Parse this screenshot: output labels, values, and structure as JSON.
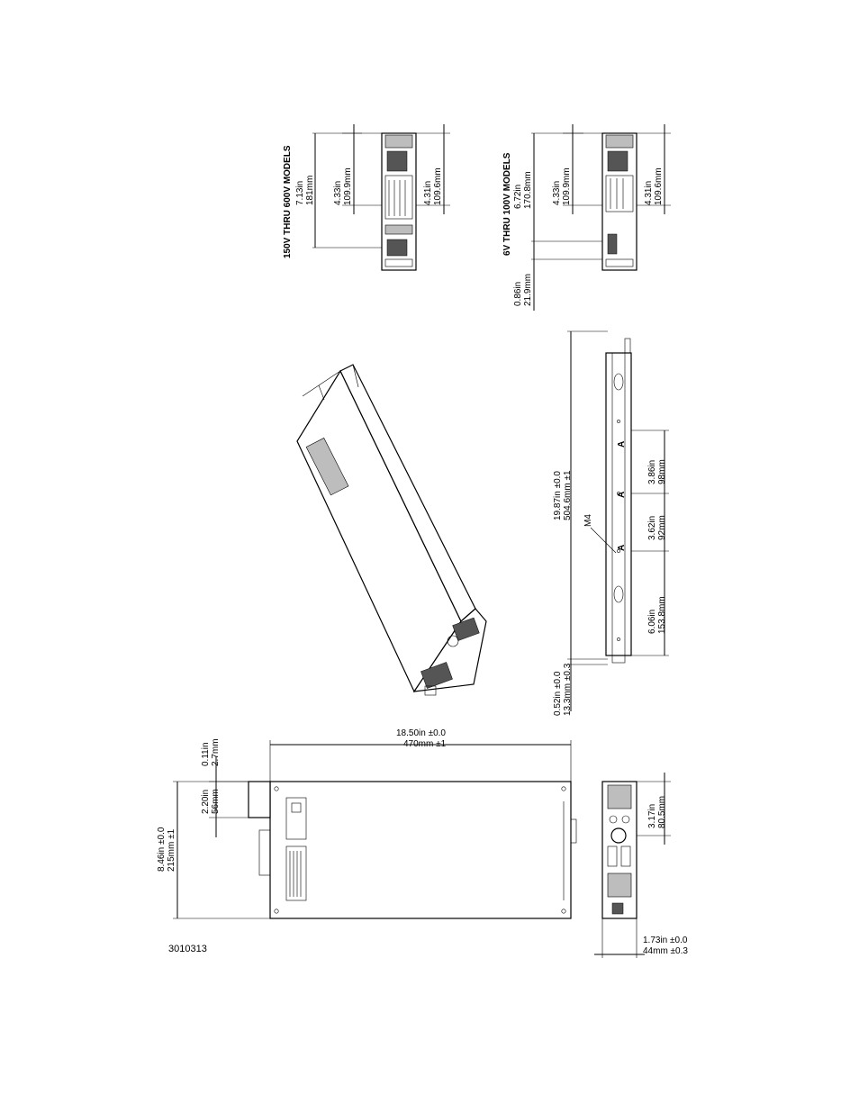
{
  "drawing_number": "3010313",
  "top_views": {
    "upper": {
      "title": "150V THRU 600V MODELS",
      "dims": [
        {
          "in": "7.13in",
          "mm": "181mm"
        },
        {
          "in": "4.33in",
          "mm": "109.9mm"
        },
        {
          "in": "4.31in",
          "mm": "109.6mm"
        }
      ]
    },
    "lower": {
      "title": "6V THRU 100V MODELS",
      "dims": [
        {
          "in": "0.86in",
          "mm": "21.9mm"
        },
        {
          "in": "6.72in",
          "mm": "170.8mm"
        },
        {
          "in": "4.33in",
          "mm": "109.9mm"
        },
        {
          "in": "4.31in",
          "mm": "109.6mm"
        }
      ]
    }
  },
  "side_view": {
    "overall": {
      "in": "19.87in ±0.0",
      "mm": "504.6mm ±1"
    },
    "offset": {
      "in": "0.52in ±0.0",
      "mm": "13.3mm ±0.3"
    },
    "screw": "M4",
    "spacings": [
      {
        "in": "6.06in",
        "mm": "153.8mm"
      },
      {
        "in": "3.62in",
        "mm": "92mm"
      },
      {
        "in": "3.86in",
        "mm": "98mm"
      }
    ],
    "markers": [
      "A",
      "A",
      "A"
    ]
  },
  "plan_view": {
    "length": {
      "in": "18.50in ±0.0",
      "mm": "470mm ±1"
    },
    "width": {
      "in": "8.46in ±0.0",
      "mm": "215mm ±1"
    },
    "bracket": {
      "in": "2.20in",
      "mm": "56mm"
    },
    "lip": {
      "in": "0.11in",
      "mm": "2.7mm"
    }
  },
  "front_view": {
    "height": {
      "in": "1.73in ±0.0",
      "mm": "44mm ±0.3"
    },
    "offset": {
      "in": "3.17in",
      "mm": "80.5mm"
    }
  }
}
